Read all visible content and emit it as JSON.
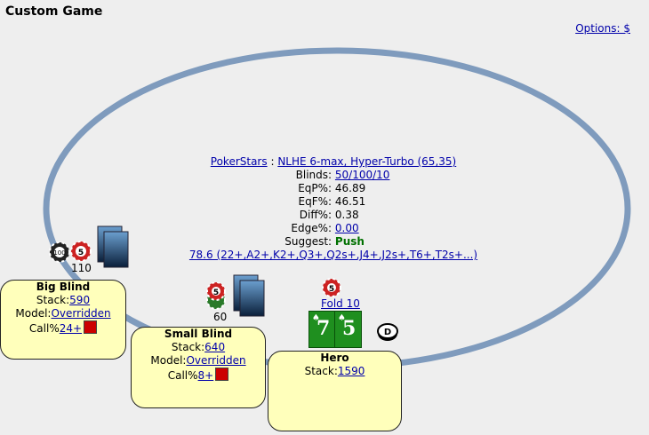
{
  "title": "Custom Game",
  "options_link": "Options: $",
  "center": {
    "site": "PokerStars",
    "sep": ":",
    "game": "NLHE 6-max, Hyper-Turbo (65,35)",
    "rows": [
      {
        "label": "Blinds:",
        "value": "50/100/10",
        "link": true
      },
      {
        "label": "EqP%:",
        "value": "46.89",
        "link": false
      },
      {
        "label": "EqF%:",
        "value": "46.51",
        "link": false
      },
      {
        "label": "Diff%:",
        "value": "0.38",
        "link": false
      },
      {
        "label": "Edge%:",
        "value": "0.00",
        "link": true
      }
    ],
    "suggest_label": "Suggest:",
    "suggest_value": "Push",
    "range": "78.6 (22+,A2+,K2+,Q3+,Q2s+,J4+,J2s+,T6+,T2s+...)"
  },
  "seats": {
    "big_blind": {
      "name": "Big Blind",
      "stack_label": "Stack:",
      "stack": "590",
      "model_label": "Model:",
      "model": "Overridden",
      "call_label": "Call%",
      "call": "24+",
      "bet": "110",
      "chip_100": "100",
      "chip_5": "5"
    },
    "small_blind": {
      "name": "Small Blind",
      "stack_label": "Stack:",
      "stack": "640",
      "model_label": "Model:",
      "model": "Overridden",
      "call_label": "Call%",
      "call": "8+",
      "bet": "60",
      "chip_5": "5"
    },
    "hero": {
      "name": "Hero",
      "stack_label": "Stack:",
      "stack": "1590",
      "fold": "Fold 10",
      "chip_5": "5",
      "dealer": "D",
      "cards": [
        {
          "rank": "7",
          "suit": "♠"
        },
        {
          "rank": "5",
          "suit": "♠"
        }
      ]
    }
  },
  "colors": {
    "ring": "#7f9bbd",
    "seat_bg": "#ffffbb",
    "card_green": "#1f8f1f",
    "link": "#0000aa",
    "push": "#007000"
  }
}
